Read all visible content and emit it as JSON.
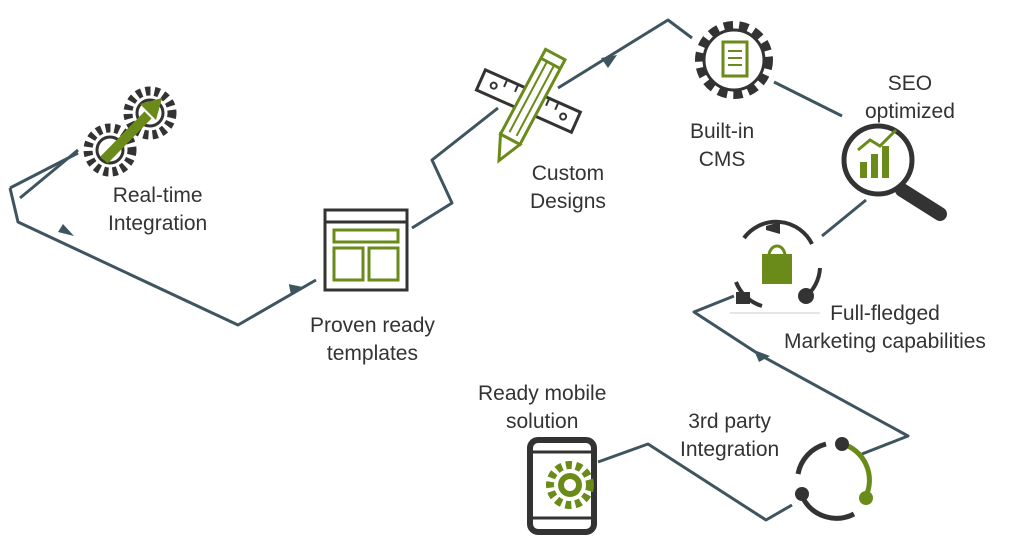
{
  "colors": {
    "path": "#3e5560",
    "accent": "#6a8b1a",
    "icon": "#333333",
    "text": "#333333"
  },
  "steps": [
    {
      "label": "Real-time\nIntegration",
      "icon": "gears-arrow-icon"
    },
    {
      "label": "Proven ready\ntemplates",
      "icon": "template-layout-icon"
    },
    {
      "label": "Custom\nDesigns",
      "icon": "pencil-ruler-icon"
    },
    {
      "label": "Built-in\nCMS",
      "icon": "gear-document-icon"
    },
    {
      "label": "SEO\noptimized",
      "icon": "magnifier-chart-icon"
    },
    {
      "label": "Full-fledged\nMarketing capabilities",
      "icon": "shopping-bag-cycle-icon"
    },
    {
      "label": "3rd party\nIntegration",
      "icon": "circular-arrows-icon"
    },
    {
      "label": "Ready mobile\nsolution",
      "icon": "mobile-gear-icon"
    }
  ]
}
